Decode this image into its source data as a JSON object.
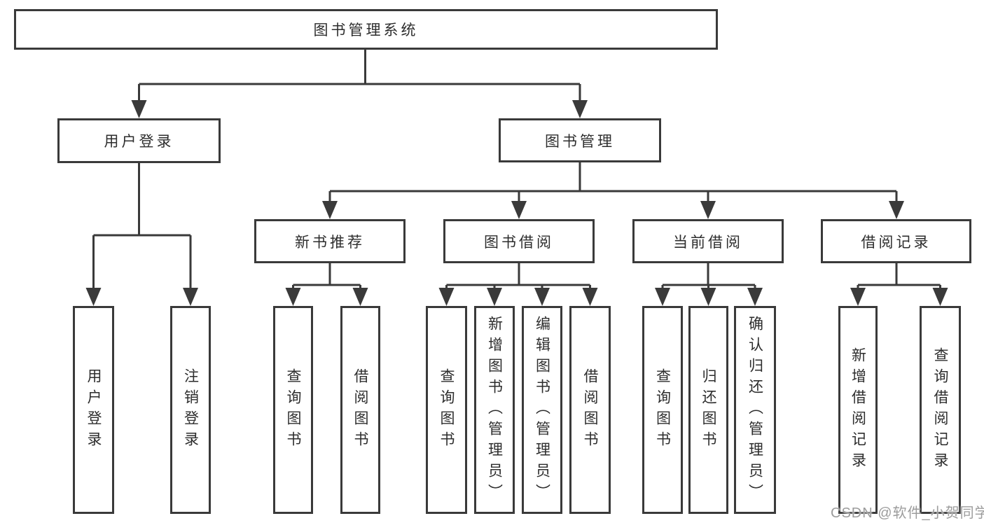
{
  "tree": {
    "root": {
      "label": "图书管理系统"
    },
    "branches": [
      {
        "label": "用户登录",
        "children": [
          {
            "label": "用户登录"
          },
          {
            "label": "注销登录"
          }
        ]
      },
      {
        "label": "图书管理",
        "children": [
          {
            "label": "新书推荐",
            "children": [
              {
                "label": "查询图书"
              },
              {
                "label": "借阅图书"
              }
            ]
          },
          {
            "label": "图书借阅",
            "children": [
              {
                "label": "查询图书"
              },
              {
                "label": "新增图书（管理员）"
              },
              {
                "label": "编辑图书（管理员）"
              },
              {
                "label": "借阅图书"
              }
            ]
          },
          {
            "label": "当前借阅",
            "children": [
              {
                "label": "查询图书"
              },
              {
                "label": "归还图书"
              },
              {
                "label": "确认归还（管理员）"
              }
            ]
          },
          {
            "label": "借阅记录",
            "children": [
              {
                "label": "新增借阅记录"
              },
              {
                "label": "查询借阅记录"
              }
            ]
          }
        ]
      }
    ]
  },
  "watermark": {
    "text": "CSDN @软件_小贺同学"
  },
  "colors": {
    "line": "#3a3a3a",
    "box_border": "#3a3a3a",
    "text": "#2d2d2d",
    "watermark": "#9c9c9c",
    "background": "#ffffff"
  }
}
